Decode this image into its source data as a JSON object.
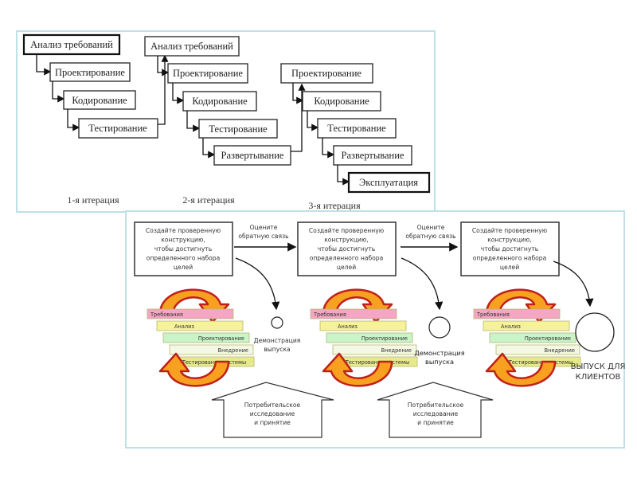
{
  "waterfall_iterations": {
    "iterations": [
      {
        "label": "1-я итерация",
        "steps": [
          "Анализ требований",
          "Проектирование",
          "Кодирование",
          "Тестирование"
        ]
      },
      {
        "label": "2-я итерация",
        "steps": [
          "Анализ требований",
          "Проектирование",
          "Кодирование",
          "Тестирование",
          "Развертывание"
        ]
      },
      {
        "label": "3-я итерация",
        "steps": [
          "Проектирование",
          "Кодирование",
          "Тестирование",
          "Развертывание",
          "Эксплуатация"
        ]
      }
    ]
  },
  "iterative_cycle": {
    "build_box_lines": [
      "Создайте проверенную",
      "конструкцию,",
      "чтобы достигнуть",
      "определенного набора",
      "целей"
    ],
    "feedback_lines": [
      "Оцените",
      "обратную связь"
    ],
    "phases": [
      "Требования",
      "Анализ",
      "Проектирование",
      "Внедрение",
      "Тестирование системы"
    ],
    "phase_colors": [
      "#f4a6c4",
      "#f6f29a",
      "#c8f4c8",
      "#f2f8e4",
      "#e6ea8a"
    ],
    "demo_lines": [
      "Демонстрация",
      "выпуска"
    ],
    "release_lines": [
      "ВЫПУСК ДЛЯ",
      "КЛИЕНТОВ"
    ],
    "customer_lines": [
      "Потребительское",
      "исследование",
      "и принятие"
    ],
    "arrow_colors": {
      "fill": "#f8a020",
      "outline": "#c0201a"
    }
  }
}
